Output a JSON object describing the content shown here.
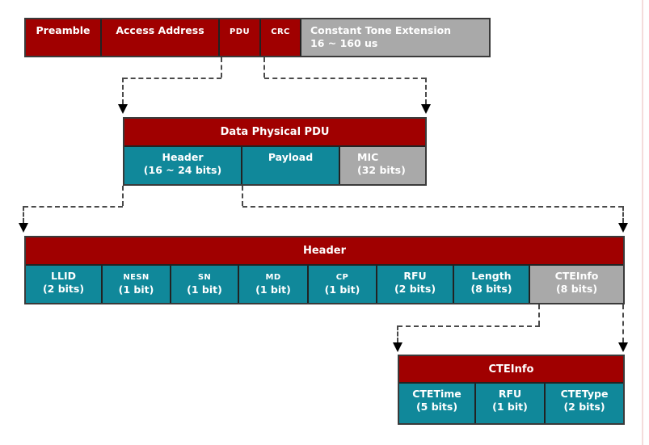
{
  "diagram": {
    "colors": {
      "dark_red": "#a00000",
      "teal": "#10889a",
      "gray": "#a9a9a9",
      "text": "#ffffff"
    },
    "packet_row": {
      "cells": [
        {
          "label": "Preamble"
        },
        {
          "label": "Access Address"
        },
        {
          "label": "PDU"
        },
        {
          "label": "CRC"
        },
        {
          "label": "Constant Tone Extension",
          "sublabel": "16 ~ 160 us"
        }
      ]
    },
    "data_physical_pdu": {
      "title": "Data Physical PDU",
      "cells": [
        {
          "label": "Header",
          "sublabel": "(16 ~ 24 bits)"
        },
        {
          "label": "Payload"
        },
        {
          "label": "MIC",
          "sublabel": "(32 bits)"
        }
      ]
    },
    "header": {
      "title": "Header",
      "cells": [
        {
          "label": "LLID",
          "sublabel": "(2 bits)"
        },
        {
          "label": "NESN",
          "sublabel": "(1 bit)"
        },
        {
          "label": "SN",
          "sublabel": "(1 bit)"
        },
        {
          "label": "MD",
          "sublabel": "(1 bit)"
        },
        {
          "label": "CP",
          "sublabel": "(1 bit)"
        },
        {
          "label": "RFU",
          "sublabel": "(2 bits)"
        },
        {
          "label": "Length",
          "sublabel": "(8 bits)"
        },
        {
          "label": "CTEInfo",
          "sublabel": "(8 bits)"
        }
      ]
    },
    "cteinfo": {
      "title": "CTEInfo",
      "cells": [
        {
          "label": "CTETime",
          "sublabel": "(5 bits)"
        },
        {
          "label": "RFU",
          "sublabel": "(1 bit)"
        },
        {
          "label": "CTEType",
          "sublabel": "(2 bits)"
        }
      ]
    }
  }
}
